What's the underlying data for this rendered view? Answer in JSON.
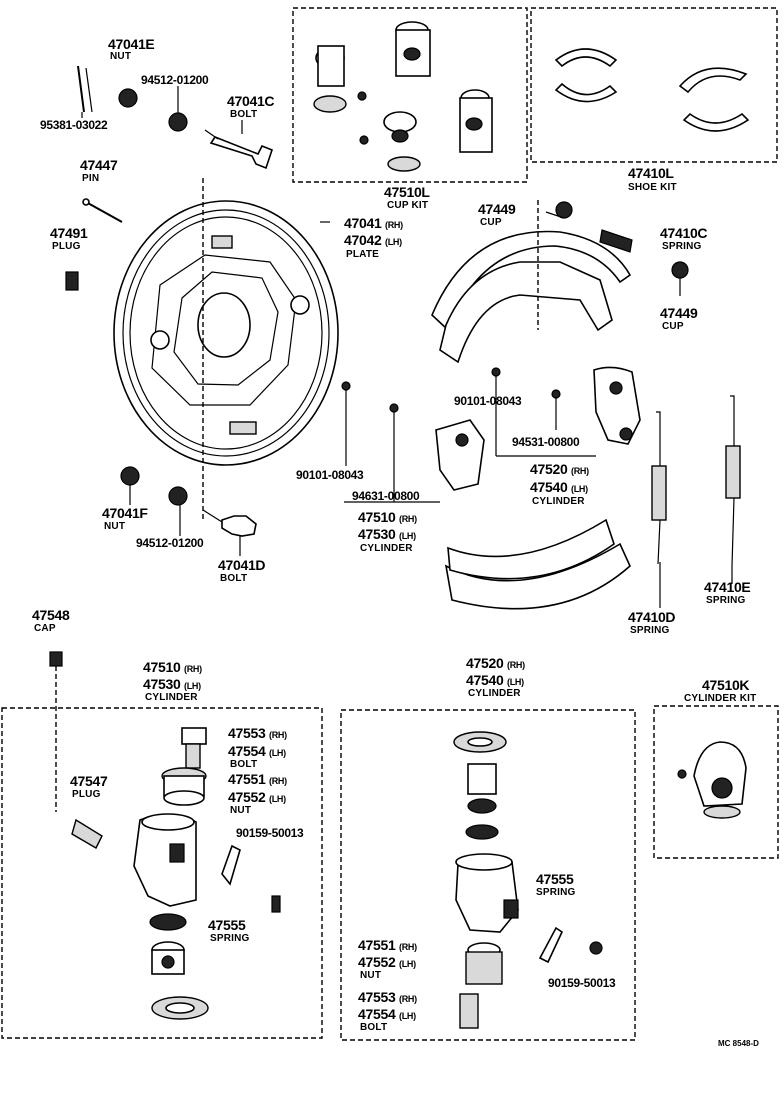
{
  "labels": {
    "p95381": "95381-03022",
    "p47041e": "47041E",
    "p47041e_nm": "NUT",
    "p94512a": "94512-01200",
    "p47041c": "47041C",
    "p47041c_nm": "BOLT",
    "p47447": "47447",
    "p47447_nm": "PIN",
    "p47491": "47491",
    "p47491_nm": "PLUG",
    "p47510l": "47510L",
    "p47510l_nm": "CUP KIT",
    "p47410l": "47410L",
    "p47410l_nm": "SHOE KIT",
    "p47041": "47041",
    "p47041_tag": "(RH)",
    "p47042": "47042",
    "p47042_tag": "(LH)",
    "plate_nm": "PLATE",
    "p47449a": "47449",
    "p47449a_nm": "CUP",
    "p47410c": "47410C",
    "p47410c_nm": "SPRING",
    "p47449b": "47449",
    "p47449b_nm": "CUP",
    "p90101a": "90101-08043",
    "p94531": "94531-00800",
    "p47520": "47520",
    "p47520_tag": "(RH)",
    "p47540": "47540",
    "p47540_tag": "(LH)",
    "cyl_r_nm": "CYLINDER",
    "p90101b": "90101-08043",
    "p94631": "94631-00800",
    "p47510": "47510",
    "p47510_tag": "(RH)",
    "p47530": "47530",
    "p47530_tag": "(LH)",
    "cyl_m_nm": "CYLINDER",
    "p47041f": "47041F",
    "p47041f_nm": "NUT",
    "p94512b": "94512-01200",
    "p47041d": "47041D",
    "p47041d_nm": "BOLT",
    "p47410d": "47410D",
    "p47410d_nm": "SPRING",
    "p47410e": "47410E",
    "p47410e_nm": "SPRING",
    "p47548": "47548",
    "p47548_nm": "CAP",
    "b1_47510": "47510",
    "b1_47510_tag": "(RH)",
    "b1_47530": "47530",
    "b1_47530_tag": "(LH)",
    "b1_nm": "CYLINDER",
    "b2_47520": "47520",
    "b2_47520_tag": "(RH)",
    "b2_47540": "47540",
    "b2_47540_tag": "(LH)",
    "b2_nm": "CYLINDER",
    "p47510k": "47510K",
    "p47510k_nm": "CYLINDER KIT",
    "b1_47553": "47553",
    "b1_47553_tag": "(RH)",
    "b1_47554": "47554",
    "b1_47554_tag": "(LH)",
    "b1_bolt_nm": "BOLT",
    "b1_47551": "47551",
    "b1_47551_tag": "(RH)",
    "b1_47552": "47552",
    "b1_47552_tag": "(LH)",
    "b1_nut_nm": "NUT",
    "b1_47547": "47547",
    "b1_47547_nm": "PLUG",
    "b1_90159": "90159-50013",
    "b1_47555": "47555",
    "b1_47555_nm": "SPRING",
    "b2_47555": "47555",
    "b2_47555_nm": "SPRING",
    "b2_47551": "47551",
    "b2_47551_tag": "(RH)",
    "b2_47552": "47552",
    "b2_47552_tag": "(LH)",
    "b2_nut_nm": "NUT",
    "b2_90159": "90159-50013",
    "b2_47553": "47553",
    "b2_47553_tag": "(RH)",
    "b2_47554": "47554",
    "b2_47554_tag": "(LH)",
    "b2_bolt_nm": "BOLT",
    "code": "MC 8548-D"
  }
}
